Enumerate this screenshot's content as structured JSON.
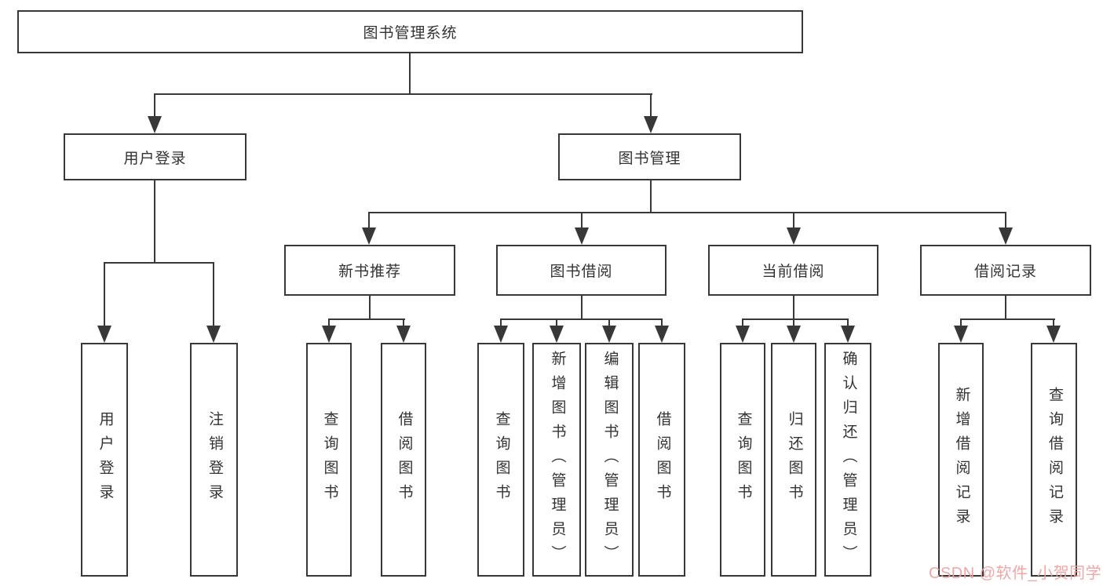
{
  "diagram_title": "图书管理系统",
  "nodes": {
    "root": "图书管理系统",
    "user_login": "用户登录",
    "book_mgmt": "图书管理",
    "rec": "新书推荐",
    "borrow": "图书借阅",
    "current": "当前借阅",
    "record": "借阅记录",
    "leaf_user_login": "用户登录",
    "leaf_logout": "注销登录",
    "rec_query": "查询图书",
    "rec_borrow": "借阅图书",
    "bor_query": "查询图书",
    "bor_add": "新增图书（管理员）",
    "bor_edit": "编辑图书（管理员）",
    "bor_borrow": "借阅图书",
    "cur_query": "查询图书",
    "cur_return": "归还图书",
    "cur_confirm": "确认归还（管理员）",
    "rec2_add": "新增借阅记录",
    "rec2_query": "查询借阅记录"
  },
  "hierarchy": {
    "图书管理系统": {
      "用户登录": [
        "用户登录",
        "注销登录"
      ],
      "图书管理": {
        "新书推荐": [
          "查询图书",
          "借阅图书"
        ],
        "图书借阅": [
          "查询图书",
          "新增图书（管理员）",
          "编辑图书（管理员）",
          "借阅图书"
        ],
        "当前借阅": [
          "查询图书",
          "归还图书",
          "确认归还（管理员）"
        ],
        "借阅记录": [
          "新增借阅记录",
          "查询借阅记录"
        ]
      }
    }
  },
  "watermark": {
    "text": "CSDN @软件_小贺同学",
    "color": "#f19e9e"
  },
  "colors": {
    "line": "#383838",
    "text": "#333333",
    "background": "#ffffff"
  }
}
